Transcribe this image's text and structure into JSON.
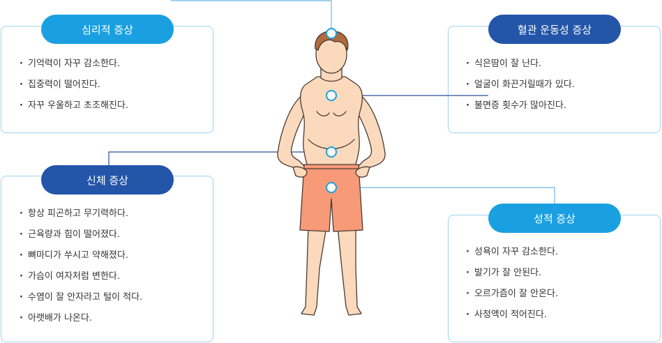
{
  "panels": {
    "psych": {
      "title": "심리적 증상",
      "items": [
        "기억력이 자꾸 감소한다.",
        "집중력이 떨어진다.",
        "자꾸 우울하고 초조해진다."
      ]
    },
    "vascular": {
      "title": "혈관 운동성 증상",
      "items": [
        "식은땀이 잘 난다.",
        "얼굴이 화끈거릴때가 있다.",
        "불면증 횟수가 많아진다."
      ]
    },
    "physical": {
      "title": "신체 증상",
      "items": [
        "항상 피곤하고 무기력하다.",
        "근육량과 힘이 떨어졌다.",
        "뼈마디가 쑤시고 약해졌다.",
        "가슴이 여자처럼 변한다.",
        "수염이 잘 안자라고 털이 적다.",
        "아랫배가 나온다."
      ]
    },
    "sexual": {
      "title": "성적 증상",
      "items": [
        "성욕이 자꾸 감소한다.",
        "발기가 잘 안된다.",
        "오르가즘이 잘 안온다.",
        "사정액이 적어진다."
      ]
    }
  },
  "colors": {
    "pill_light": "#1aa0e0",
    "pill_dark": "#2355a8",
    "box_border": "#9fd3f0",
    "skin": "#fbd9bd",
    "hair": "#b06a3c",
    "shorts": "#f79a78",
    "line": "#4a3a30"
  }
}
